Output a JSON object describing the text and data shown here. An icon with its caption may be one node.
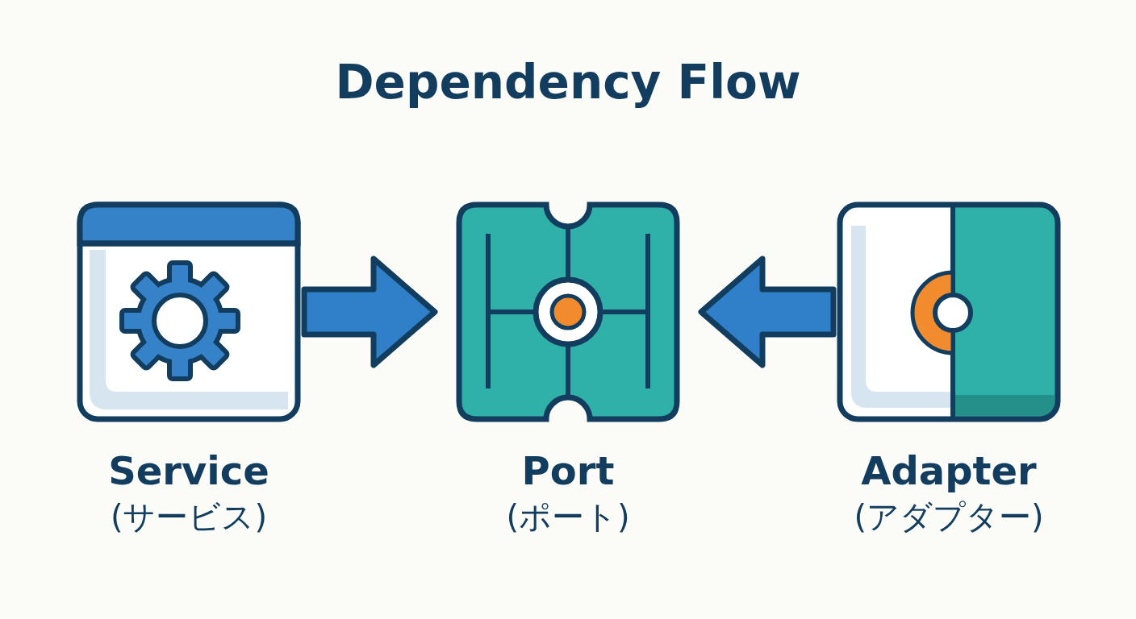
{
  "diagram": {
    "title": "Dependency Flow",
    "nodes": [
      {
        "text": [
          "Service",
          "(サービス)"
        ]
      },
      {
        "text": [
          "Port",
          "(ポート)"
        ]
      },
      {
        "text": [
          "Adapter",
          "(アダプター)"
        ]
      }
    ],
    "edges": [
      {
        "from": 0,
        "to": 1,
        "arrow": "to"
      },
      {
        "from": 2,
        "to": 1,
        "arrow": "to"
      }
    ]
  }
}
